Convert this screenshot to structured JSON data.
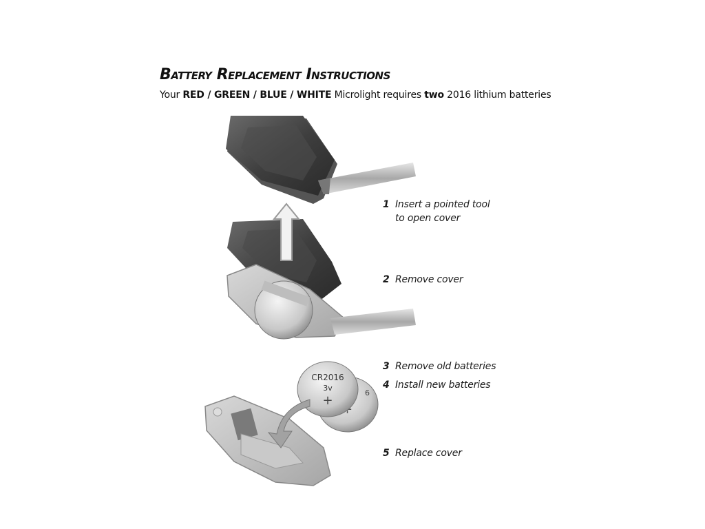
{
  "header": {
    "title": "Battery Replacement Instructions",
    "subtitle": {
      "prefix": "Your ",
      "colors": "RED / GREEN / BLUE / WHITE",
      "middle": " Microlight requires ",
      "count": "two",
      "suffix": " 2016 lithium batteries"
    }
  },
  "steps": [
    {
      "number": "1",
      "line1": "Insert a pointed tool",
      "line2": "to open cover"
    },
    {
      "number": "2",
      "line1": "Remove cover"
    },
    {
      "number": "3",
      "line1": "Remove old batteries"
    },
    {
      "number": "4",
      "line1": "Install new batteries"
    },
    {
      "number": "5",
      "line1": "Replace cover"
    }
  ],
  "battery": {
    "model": "CR2016",
    "voltage": "3v",
    "polarity": "+"
  },
  "colors": {
    "cover_dark": "#4a4a4a",
    "tool_gray": "#b8b8b8",
    "arrow_gray": "#9a9a9a",
    "battery_silver": "#d9d9d9"
  }
}
